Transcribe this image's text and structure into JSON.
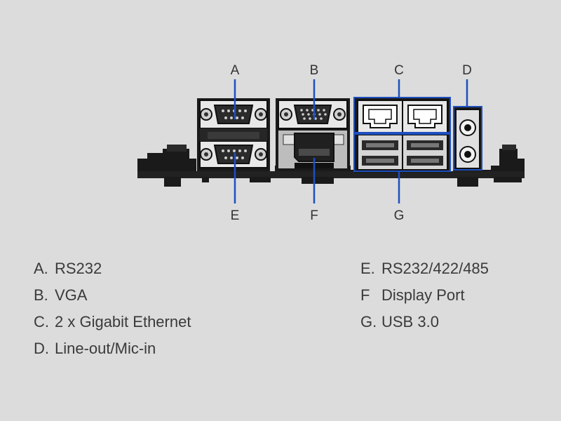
{
  "diagram": {
    "callouts": {
      "a": "A",
      "b": "B",
      "c": "C",
      "d": "D",
      "e": "E",
      "f": "F",
      "g": "G"
    },
    "colors": {
      "callout_line": "#1e4fbf",
      "highlight_box": "#1e4fbf",
      "board": "#1a1a1a",
      "background": "#dcdcdc"
    }
  },
  "legend": {
    "left": [
      {
        "letter": "A.",
        "text": "RS232"
      },
      {
        "letter": "B.",
        "text": "VGA"
      },
      {
        "letter": "C.",
        "text": "2 x Gigabit Ethernet"
      },
      {
        "letter": "D.",
        "text": "Line-out/Mic-in"
      }
    ],
    "right": [
      {
        "letter": "E.",
        "text": "RS232/422/485"
      },
      {
        "letter": "F",
        "text": "Display Port"
      },
      {
        "letter": "G.",
        "text": "USB 3.0"
      }
    ]
  }
}
